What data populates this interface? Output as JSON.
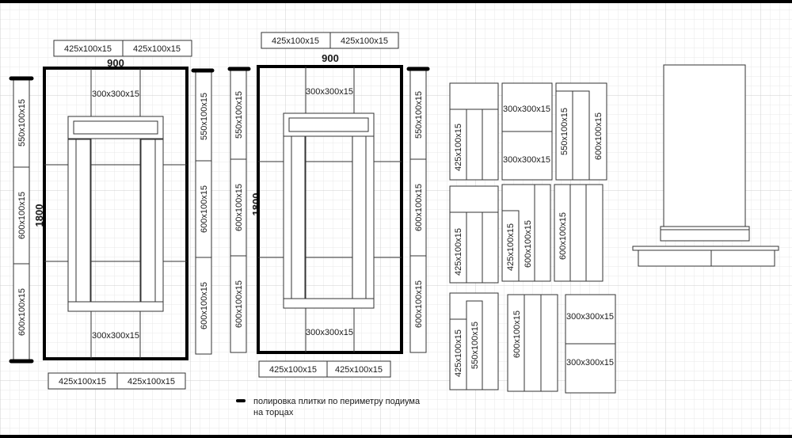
{
  "colors": {
    "background": "#ffffff",
    "grid_minor": "#e6e6e6",
    "grid_major": "#cfcfcf",
    "line": "#333333",
    "frame": "#000000"
  },
  "left_plan": {
    "top_labels": [
      "425x100x15",
      "425x100x15"
    ],
    "bottom_labels": [
      "425x100x15",
      "425x100x15"
    ],
    "width_dim": "900",
    "height_dim": "1800",
    "center_top": "300x300x15",
    "center_bottom": "300x300x15",
    "left_labels": [
      "550x100x15",
      "600x100x15",
      "600x100x15"
    ],
    "right_labels": [
      "550x100x15",
      "600x100x15",
      "600x100x15"
    ]
  },
  "middle_plan": {
    "top_labels": [
      "425x100x15",
      "425x100x15"
    ],
    "bottom_labels": [
      "425x100x15",
      "425x100x15"
    ],
    "width_dim": "900",
    "height_dim": "1800",
    "center_top": "300x300x15",
    "center_bottom": "300x300x15",
    "left_labels": [
      "550x100x15",
      "600x100x15",
      "600x100x15"
    ],
    "right_labels": [
      "550x100x15",
      "600x100x15",
      "600x100x15"
    ]
  },
  "groups": {
    "g1": "425x100x15",
    "g2": [
      "300x300x15",
      "300x300x15"
    ],
    "g3": [
      "550x100x15",
      "600x100x15"
    ],
    "g4": "425x100x15",
    "g5": [
      "425x100x15",
      "600x100x15"
    ],
    "g6": "600x100x15",
    "g7": [
      "425x100x15",
      "550x100x15"
    ],
    "g8": "600x100x15",
    "g9": [
      "300x300x15",
      "300x300x15"
    ]
  },
  "legend": {
    "line1": "полировка плитки по периметру подиума",
    "line2": "на торцах"
  }
}
